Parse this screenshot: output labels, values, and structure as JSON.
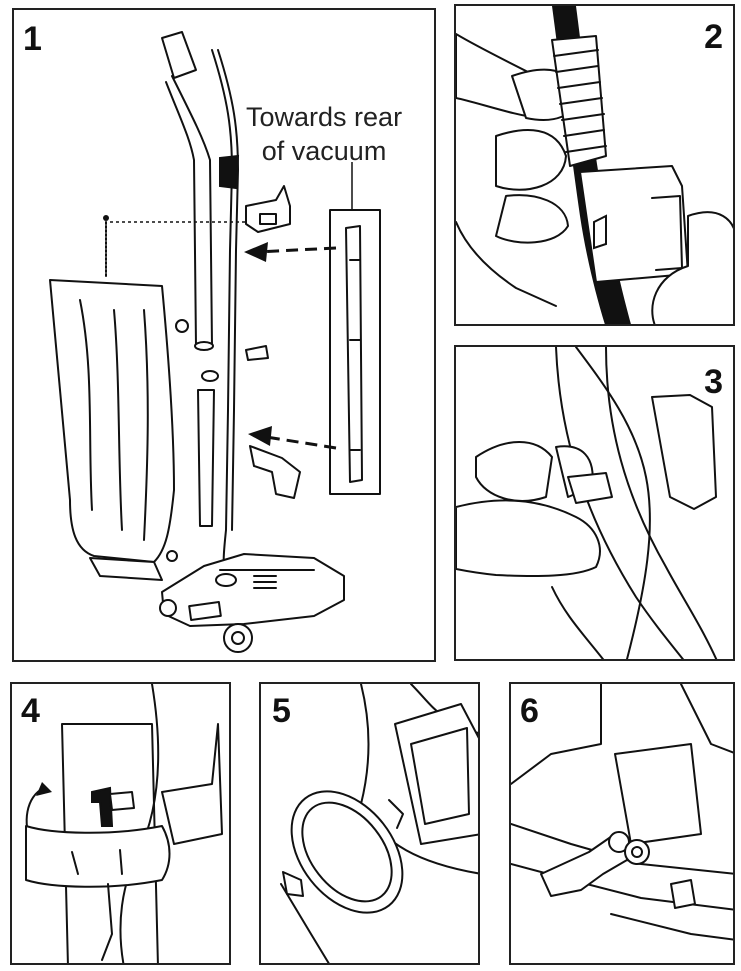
{
  "panels": [
    {
      "number": "1",
      "icon": "vacuum-assembly-icon"
    },
    {
      "number": "2",
      "icon": "cord-hook-clip-icon"
    },
    {
      "number": "3",
      "icon": "cord-latch-icon"
    },
    {
      "number": "4",
      "icon": "handle-rotate-icon"
    },
    {
      "number": "5",
      "icon": "bag-opening-icon"
    },
    {
      "number": "6",
      "icon": "nozzle-latch-icon"
    }
  ],
  "callout": {
    "line1": "Towards rear",
    "line2": "of vacuum"
  }
}
